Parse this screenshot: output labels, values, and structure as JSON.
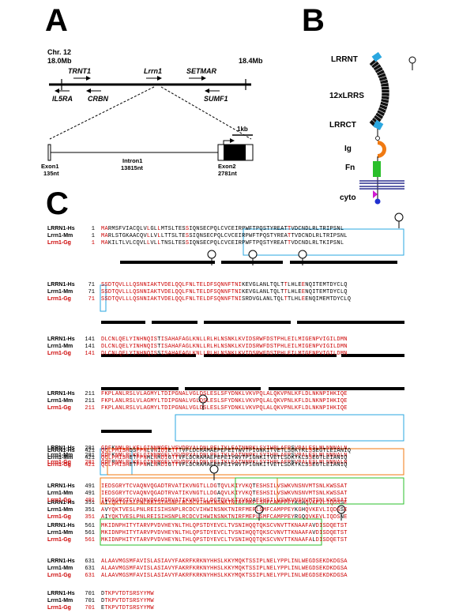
{
  "panels": {
    "a": "A",
    "b": "B",
    "c": "C"
  },
  "panel_a": {
    "chromosome": "Chr. 12",
    "left_coord": "18.0Mb",
    "right_coord": "18.4Mb",
    "genes_above": [
      "TRNT1",
      "Lrrn1",
      "SETMAR"
    ],
    "genes_below": [
      "IL5RA",
      "CRBN",
      "SUMF1"
    ],
    "scale": "1kb",
    "exon1": "Exon1",
    "exon1_len": "135nt",
    "intron1": "Intron1",
    "intron1_len": "13815nt",
    "exon2": "Exon2",
    "exon2_len": "2781nt"
  },
  "panel_b": {
    "lrrnt": "LRRNT",
    "lrrs": "12xLRRS",
    "lrrct": "LRRCT",
    "ig": "Ig",
    "fn": "Fn",
    "cyto": "cyto",
    "colors": {
      "lrr": "#111111",
      "cap": "#2aa7e0",
      "ig": "#f07a12",
      "fn": "#2bbf2b",
      "membrane": "#2b2e8f",
      "cyto_arrow": "#d01bd0",
      "cyto_dot": "#2030d0"
    }
  },
  "alignment": {
    "species": [
      "LRRN1-Hs",
      "Lrrn1-Mm",
      "Lrrn1-Gg"
    ],
    "colors": {
      "identical": "#cc0000",
      "highlight": "#f6f200",
      "magenta": "#ff3bbf",
      "blue": "#3a2dd6",
      "lrr_box": "#2aa7e0",
      "ig_box": "#f07a12",
      "fn_box": "#2bbf2b"
    },
    "blocks": [
      {
        "start": "1",
        "seqs": [
          "MARMSFVIACQLVLGLLMTSLTESSIQNSECPQLCVCEIRPWFTPQSTYREATTVDCNDLRLTRIPSNL",
          "MARLSTGKAACQVLLVLLTTSLTESSIQNSECPQLCVCEIRPWFTPQSTYREATTVDCNDLRLTRIPSNL",
          "MAKILTLVLCQVLLVLLTNSLTESSIQNSECPQLCVCEIRPWFTPQSTYREATTVDCNDLRLTKIPSNL"
        ]
      },
      {
        "start": "71",
        "seqs": [
          "SSDTQVLLLQSNNIAKTVDELQQLFNLTELDFSQNNFTNIKEVGLANLTQLTTLHLEENQITEMTDYCLQ",
          "SSDTQVLLLQSNNIAKTVDELQQLFNLTELDFSQNNFTNIKEVGLANLTQLTTLHLEENQITEMTDYCLQ",
          "SSDTQVLLLQSNNIAKTVDELQQLFNLTELDFSQNNFTNISRDVGLANLTQLTTLHLEENQIMEMTDYCLQ"
        ]
      },
      {
        "start": "141",
        "seqs": [
          "DLCNLQELYINHNQISTISAHAFAGLKNLLRLHLNSNKLKVIDSRWFDSTPHLEILMIGENPVIGILDMN",
          "DLCNLQELYINHNQISTISAHAFAGLKNLLRLHLNSNKLKVIDSRWFDSTPHLEILMIGENPVIGILDMN",
          "DLCNLQELYINHNQISSISAHAFAGLKNLLRLHLNSNKLKVIDSRWFDSTPHLEILMIGENPVIGILDMN"
        ]
      },
      {
        "start": "211",
        "seqs": [
          "FKPLANLRSLVLAGMYLTDIPGNALVGLDSLESLSFYDNKLVKVPQLALQKVPNLKFLDLNKNPIHKIQE",
          "FKPLANLRSLVLAGMYLTDIPGNALVGLDSLESLSFYDNKLVKVPQLALQKVPNLKFLDLNKNPIHKIQE",
          "FKPLANLRSLVLAGMYLTDIPGNALVGLDSLESLSFYDNKLVKVPQLALQKVPNLKFLDLNKNPIHKIQE"
        ]
      },
      {
        "start": "281",
        "seqs": [
          "GDFKNMLRLKELGINNMGELVSVDRYALDNLPELTKLEATNNPKLSYIHRLAFRSVPALESLMLNNNALN",
          "GDFKNMLRLKELGINNMGELVSVDRYALDNLPELTKLEATNNPKLSYIHRLAFRSVPALESLMLNNNALN",
          "GDFRNMLRLKELGINNMGELVSVDRYALDNLPELTKLEATNNPKLSYIHRLAFRNVPALESLMLNNNALN"
        ]
      },
      {
        "start": "351",
        "seqs": [
          "AIYQKTVESLPNLREISIHSNPLRCDCVIHWINSNKTNIRFMEPLSMFCAMPPEYKGHQVKEVLIQDSSE",
          "AVYQKTVESLPNLREISIHSNPLRCDCVIHWINSNKTNIRFMEPLSMFCAMPPEYKGHQVKEVLIQDSSE",
          "AIYQKTVESLPNLREISIHSNPLRCDCVIHWINSNKTNIRFMEPLSMFCAMPPEYRGQQVKEVLIQDSNE"
        ]
      },
      {
        "start": "421",
        "seqs": [
          "QCLPMISHDSFPNLVNIDIETTTVFLDCRAMAEPEPEIYWVTPIGNKITVETLSDKYKLSSEGTLEIANIQ",
          "QCLPMISHETFPNHLNMDIGTTVFLDCRAMAEPEPEIYWVTPIGNKITVETLSDKYKLSSEGTLEIANIQ",
          "QCLPMISHETFPNHLNMDIGTTVFLDCRAMAEPEPEIYWVTPIGNKITVETLSDKYKLSSEGTLEIANIQ"
        ]
      },
      {
        "start": "491",
        "seqs": [
          "IEDSGRYTCVAQNVQGADTRVATIKVNGTLLDGTQVLKIYVKQTESHSILVSWKVNSNVMTSNLKWSSAT",
          "IEDSGRYTCVAQNVQGADTRVATIKVNGTLLDGAQVLKIYVKQTESHSILVSWKVNSNVMTSNLKWSSAT",
          "IEDSGRYTCVAQNVQGADTRVATIKVNGTLLDGTQVLKIYVKQAESHSILVSWKVNSNVMTSNLKWSSAT"
        ]
      },
      {
        "start": "561",
        "seqs": [
          "MKIDNPHITYTARVPVDVHEYNLTHLQPSTDYEVCLTVSNIHQQTQKSCVNVTTKNAAFAVDISDQETST",
          "MKIDNPHITYTARVPVDVHEYNLTHLQPSTDYEVCLTVSNIHQQTQKSCVNVTTKNAAFAVDISDQETST",
          "MKIDNPHITYTARVPVDVHEYNLTHLQPSTDYEVCLTVSNIHQQTQKSCVNVTTKNAAFALDISDQETST"
        ]
      },
      {
        "start": "631",
        "seqs": [
          "ALAAVMGSMFAVISLASIAVYFAKRFKRKNYHHSLKKYMQKTSSIPLNELYPPLINLWEGDSEKDKDGSA",
          "ALAAVMGSMFAVISLASIAVYFAKRFKRKNYHHSLKKYMQKTSSIPLNELYPPLINLWEGDSEKDKDGSA",
          "ALAAVMGSMFAVISLASIAVYFAKRFKRKNYHHSLKKYMQKTSSIPLNELYPPLINLWEGDSEKDKDGSA"
        ]
      },
      {
        "start": "701",
        "seqs": [
          "DTKPVTDTSRSYYMW",
          "DTKPVTDTSRSYYMW",
          "ETKPVTDTSRSYYMW"
        ]
      }
    ]
  }
}
